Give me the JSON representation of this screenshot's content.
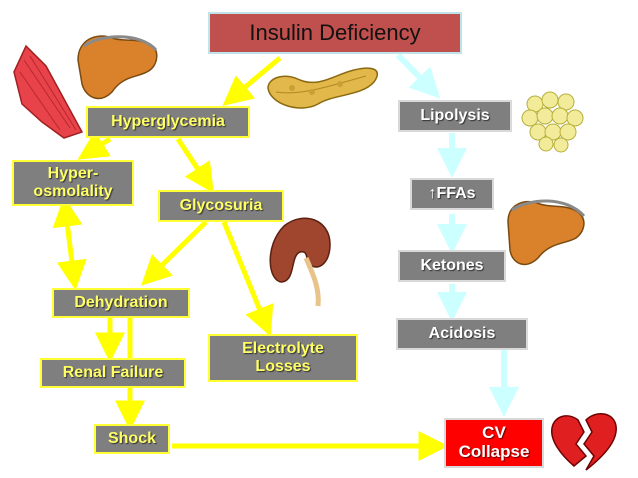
{
  "title": "Insulin Deficiency",
  "nodes": {
    "hyperglycemia": "Hyperglycemia",
    "hyperosmolality": "Hyper-\nosmolality",
    "glycosuria": "Glycosuria",
    "dehydration": "Dehydration",
    "renal_failure": "Renal Failure",
    "electrolyte_losses": "Electrolyte\nLosses",
    "shock": "Shock",
    "lipolysis": "Lipolysis",
    "ffas_arrow": "↑",
    "ffas": "FFAs",
    "ketones": "Ketones",
    "acidosis": "Acidosis",
    "cv_collapse": "CV\nCollapse"
  },
  "colors": {
    "arrow_yellow": "#ffff00",
    "arrow_blue": "#ccffff",
    "title_fill": "#c0504d",
    "node_gray": "#7f7f7f",
    "cv_red": "#ff0000"
  },
  "icons": [
    "muscle-icon",
    "liver-icon",
    "pancreas-icon",
    "kidney-icon",
    "fat-cells-icon",
    "broken-heart-icon"
  ]
}
